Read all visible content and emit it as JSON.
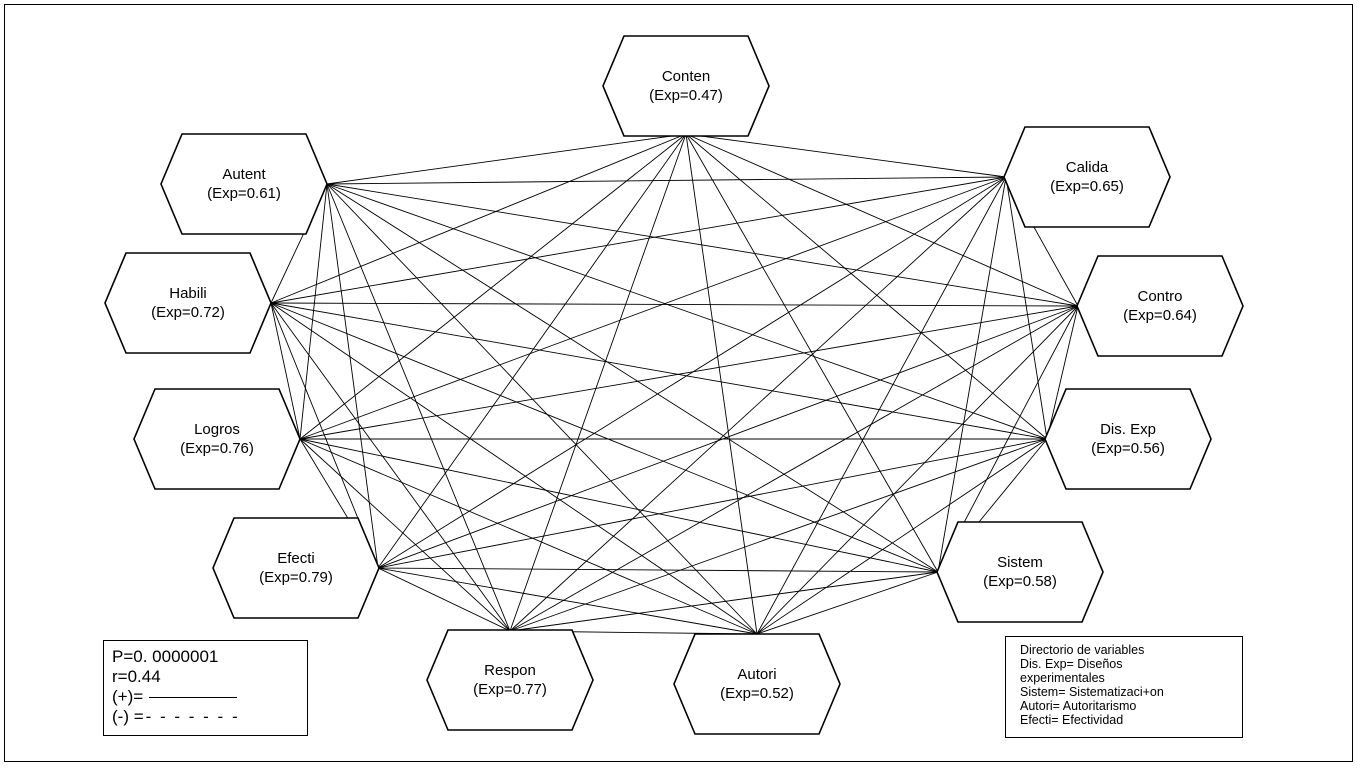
{
  "diagram": {
    "nodes": [
      {
        "id": "conten",
        "name": "Conten",
        "exp": "(Exp=0.47)"
      },
      {
        "id": "calida",
        "name": "Calida",
        "exp": "(Exp=0.65)"
      },
      {
        "id": "contro",
        "name": "Contro",
        "exp": "(Exp=0.64)"
      },
      {
        "id": "disexp",
        "name": "Dis. Exp",
        "exp": "(Exp=0.56)"
      },
      {
        "id": "sistem",
        "name": "Sistem",
        "exp": "(Exp=0.58)"
      },
      {
        "id": "autori",
        "name": "Autori",
        "exp": "(Exp=0.52)"
      },
      {
        "id": "respon",
        "name": "Respon",
        "exp": "(Exp=0.77)"
      },
      {
        "id": "efecti",
        "name": "Efecti",
        "exp": "(Exp=0.79)"
      },
      {
        "id": "logros",
        "name": "Logros",
        "exp": "(Exp=0.76)"
      },
      {
        "id": "habili",
        "name": "Habili",
        "exp": "(Exp=0.72)"
      },
      {
        "id": "autent",
        "name": "Autent",
        "exp": "(Exp=0.61)"
      }
    ],
    "connectivity": "all-pairs",
    "line_style": "solid"
  },
  "stats": {
    "p": "P=0. 0000001",
    "r": "r=0.44",
    "positive_label": "(+)=",
    "negative_label": "(-) =",
    "negative_dashes": "- - - - - - -"
  },
  "directory": {
    "title": "Directorio de variables",
    "lines": [
      "Dis. Exp= Diseños",
      "experimentales",
      "Sistem= Sistematizaci+on",
      "Autori= Autoritarismo",
      "Efecti= Efectividad"
    ]
  }
}
